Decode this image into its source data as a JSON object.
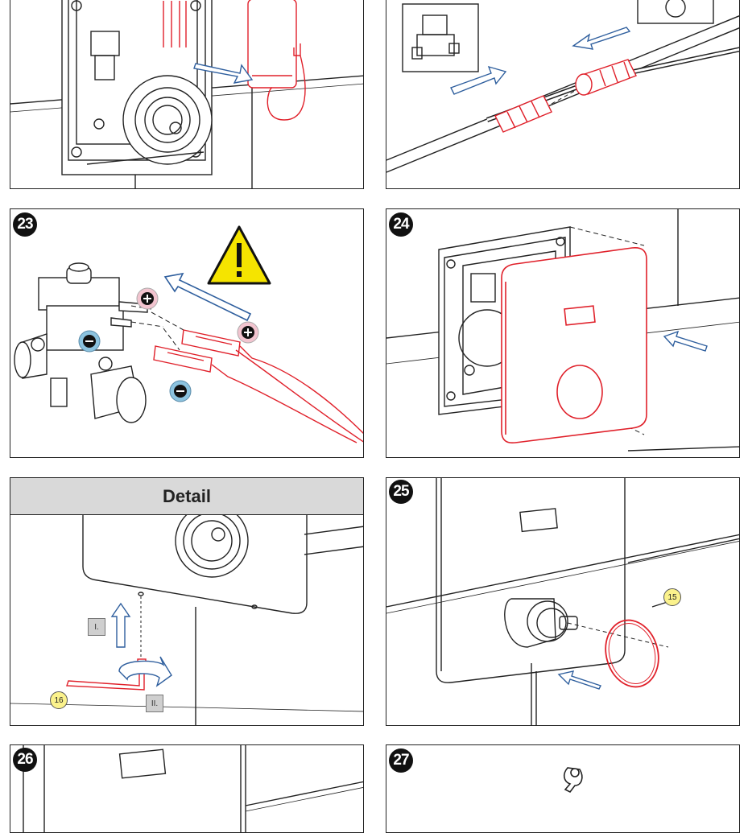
{
  "panels": {
    "p21": {},
    "p22": {},
    "p23": {
      "step": "23"
    },
    "p24": {
      "step": "24"
    },
    "detail": {
      "title": "Detail",
      "tag1": "I.",
      "tag2": "II.",
      "callout": "16"
    },
    "p25": {
      "step": "25",
      "callout": "15"
    },
    "p26": {
      "step": "26"
    },
    "p27": {
      "step": "27"
    }
  },
  "colors": {
    "part_highlight": "#e0202a",
    "arrow": "#2f5f9e",
    "plus_badge": "#f2c4cf",
    "minus_badge": "#8cc3df",
    "warning": "#f5e400",
    "callout": "#fbf28c"
  },
  "icons": {
    "warning": "warning-triangle-icon",
    "plus": "plus-icon",
    "minus": "minus-icon"
  }
}
